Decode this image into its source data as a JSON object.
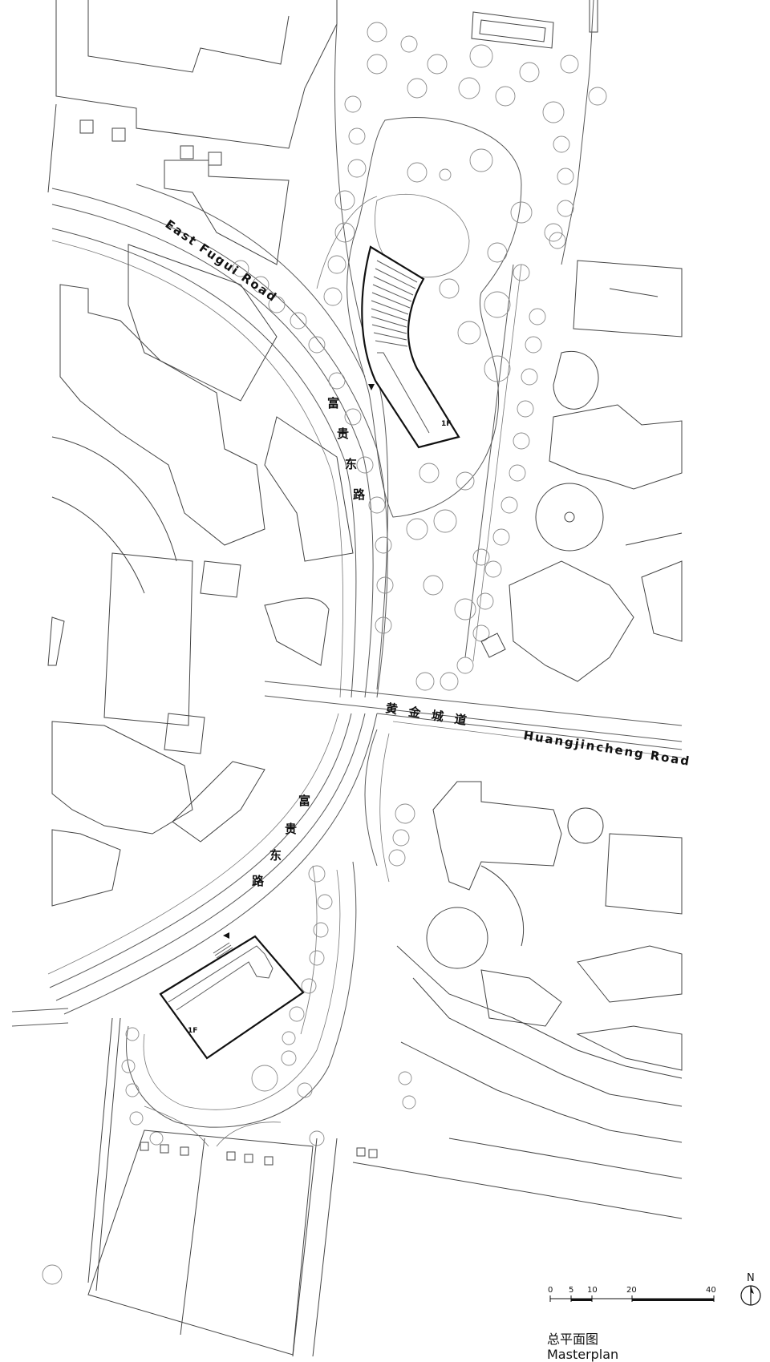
{
  "map": {
    "roads": {
      "east_fugui_en": "East Fugui Road",
      "east_fugui_cn": "富贵东路",
      "huangjincheng_en": "Huangjincheng Road",
      "huangjincheng_cn": "黄金城道"
    },
    "floor_label": "1F",
    "north_label": "N",
    "scale_ticks": [
      "0",
      "5",
      "10",
      "20",
      "40"
    ],
    "caption_cn": "总平面图",
    "caption_en": "Masterplan"
  }
}
